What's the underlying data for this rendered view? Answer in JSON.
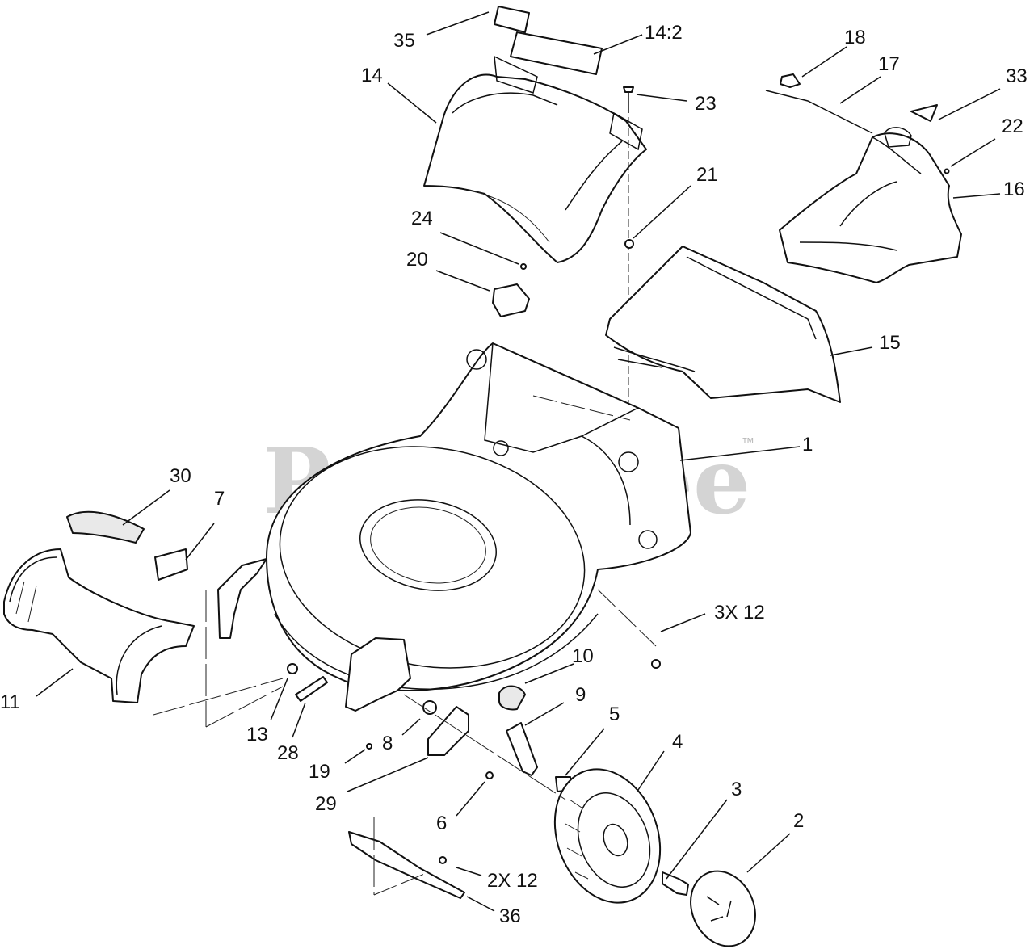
{
  "watermark": {
    "text": "PartsTree",
    "trademark": "™"
  },
  "callouts": [
    {
      "id": "c1",
      "label": "1"
    },
    {
      "id": "c2",
      "label": "2"
    },
    {
      "id": "c3",
      "label": "3"
    },
    {
      "id": "c3x12",
      "label": "3X 12"
    },
    {
      "id": "c4",
      "label": "4"
    },
    {
      "id": "c5",
      "label": "5"
    },
    {
      "id": "c6",
      "label": "6"
    },
    {
      "id": "c7",
      "label": "7"
    },
    {
      "id": "c8",
      "label": "8"
    },
    {
      "id": "c9",
      "label": "9"
    },
    {
      "id": "c10",
      "label": "10"
    },
    {
      "id": "c11",
      "label": "11"
    },
    {
      "id": "c13",
      "label": "13"
    },
    {
      "id": "c14",
      "label": "14"
    },
    {
      "id": "c14_2",
      "label": "14:2"
    },
    {
      "id": "c15",
      "label": "15"
    },
    {
      "id": "c16",
      "label": "16"
    },
    {
      "id": "c17",
      "label": "17"
    },
    {
      "id": "c18",
      "label": "18"
    },
    {
      "id": "c19",
      "label": "19"
    },
    {
      "id": "c20",
      "label": "20"
    },
    {
      "id": "c21",
      "label": "21"
    },
    {
      "id": "c22",
      "label": "22"
    },
    {
      "id": "c23",
      "label": "23"
    },
    {
      "id": "c24",
      "label": "24"
    },
    {
      "id": "c28",
      "label": "28"
    },
    {
      "id": "c29",
      "label": "29"
    },
    {
      "id": "c2x12",
      "label": "2X 12"
    },
    {
      "id": "c30",
      "label": "30"
    },
    {
      "id": "c33",
      "label": "33"
    },
    {
      "id": "c35",
      "label": "35"
    },
    {
      "id": "c36",
      "label": "36"
    }
  ]
}
